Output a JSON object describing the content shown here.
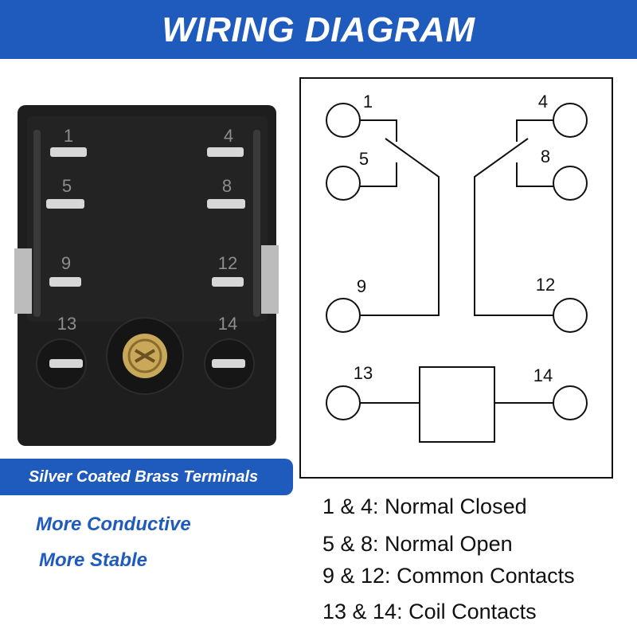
{
  "header": {
    "title": "WIRING DIAGRAM"
  },
  "photo": {
    "terminal_numbers": [
      "1",
      "4",
      "5",
      "8",
      "9",
      "12",
      "13",
      "14"
    ]
  },
  "badge": {
    "label": "Silver Coated Brass Terminals"
  },
  "features": [
    "More Conductive",
    "More Stable"
  ],
  "schematic": {
    "pins": [
      "1",
      "4",
      "5",
      "8",
      "9",
      "12",
      "13",
      "14"
    ]
  },
  "legend": [
    "1 & 4: Normal Closed",
    "5 & 8: Normal Open",
    "9 & 12: Common Contacts",
    "13 & 14: Coil Contacts"
  ],
  "colors": {
    "brand_blue": "#1f5bbd",
    "relay_body": "#1e1e1e",
    "terminal_silver": "#d7d7d7",
    "screw_brass": "#c9a85a"
  }
}
